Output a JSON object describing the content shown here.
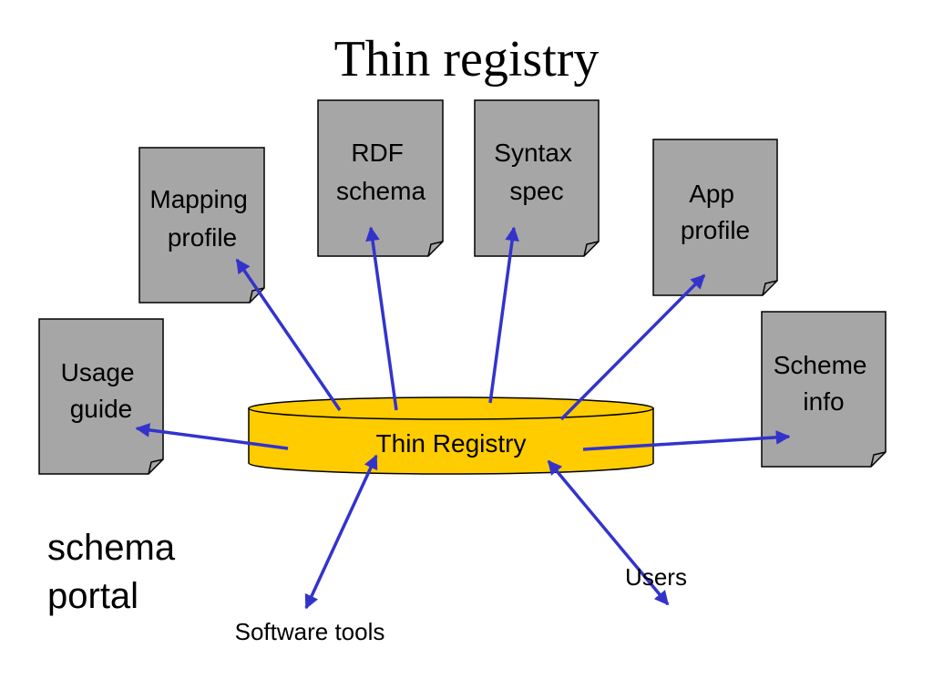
{
  "title": "Thin registry",
  "registry": {
    "label": "Thin Registry",
    "fill": "#FFCC00"
  },
  "documents": {
    "rdf_schema": [
      "RDF",
      "schema"
    ],
    "syntax_spec": [
      "Syntax",
      "spec"
    ],
    "mapping_profile": [
      "Mapping",
      "profile"
    ],
    "app_profile": [
      "App",
      "profile"
    ],
    "usage_guide": [
      "Usage",
      "guide"
    ],
    "scheme_info": [
      "Scheme",
      "info"
    ]
  },
  "labels": {
    "software_tools": "Software tools",
    "users": "Users",
    "schema_portal": [
      "schema",
      "portal"
    ]
  },
  "colors": {
    "document_fill": "#A6A6A6",
    "arrow": "#3333CC",
    "outline": "#000000"
  }
}
